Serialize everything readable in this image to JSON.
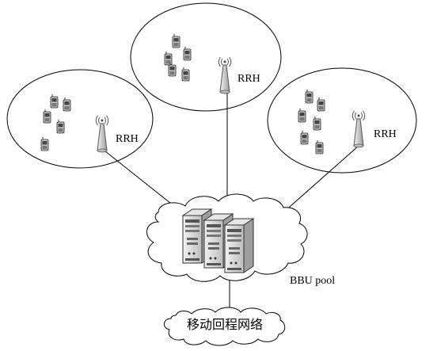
{
  "labels": {
    "rrh_left": "RRH",
    "rrh_top": "RRH",
    "rrh_right": "RRH",
    "bbu_pool": "BBU pool",
    "backhaul": "移动回程网络"
  },
  "icons": {
    "cell": "oval-cell-icon",
    "antenna": "rrh-antenna-icon",
    "phone": "mobile-phone-icon",
    "server": "server-icon",
    "cloud": "cloud-icon"
  },
  "colors": {
    "line": "#000000",
    "server_body": "#d9d9d9",
    "server_dark": "#4a4a4a",
    "phone_body": "#cfcfcf"
  }
}
